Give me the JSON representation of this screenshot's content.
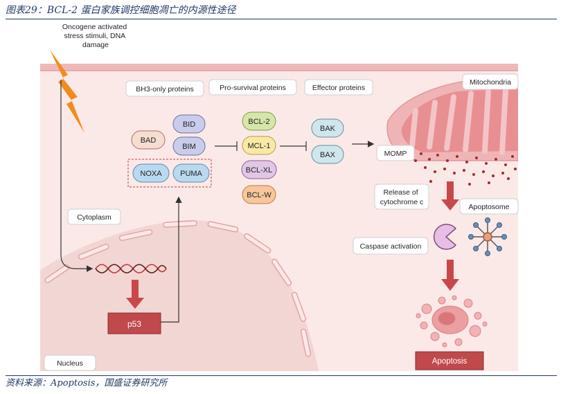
{
  "figure": {
    "caption": "图表29：BCL-2 蛋白家族调控细胞凋亡的内源性途径",
    "source": "资料来源：Apoptosis，国盛证券研究所"
  },
  "diagram": {
    "stimulus": [
      "Oncogene activated",
      "stress stimuli, DNA",
      "damage"
    ],
    "categories": {
      "bh3_only": "BH3-only proteins",
      "pro_survival": "Pro-survival proteins",
      "effector": "Effector proteins"
    },
    "bh3_proteins": {
      "bad": "BAD",
      "bid": "BID",
      "bim": "BIM",
      "noxa": "NOXA",
      "puma": "PUMA"
    },
    "pro_survival_proteins": {
      "bcl2": "BCL-2",
      "mcl1": "MCL-1",
      "bclxl": "BCL-XL",
      "bclw": "BCL-W"
    },
    "effector_proteins": {
      "bak": "BAK",
      "bax": "BAX"
    },
    "labels": {
      "mitochondria": "Mitochondria",
      "momp": "MOMP",
      "cytochrome": [
        "Release of",
        "cytochrome c"
      ],
      "apoptosome": "Apoptosome",
      "caspase": "Caspase activation",
      "apoptosis": "Apoptosis",
      "cytoplasm": "Cytoplasm",
      "nucleus": "Nucleus",
      "p53": "p53"
    },
    "colors": {
      "bid_bim": "#c9cdeb",
      "bad": "#f7dcd0",
      "noxa_puma": "#b9d9ee",
      "bcl2": "#d5e6a8",
      "mcl1": "#f9e9a6",
      "bclxl": "#e0c7e6",
      "bclw": "#f7c79b",
      "bak_bax": "#cfe6ec",
      "arrow_red": "#c8484a",
      "cell_bg": "#fbe9e8",
      "membrane": "#e8a7a9",
      "bolt": "#f28c1c"
    }
  }
}
